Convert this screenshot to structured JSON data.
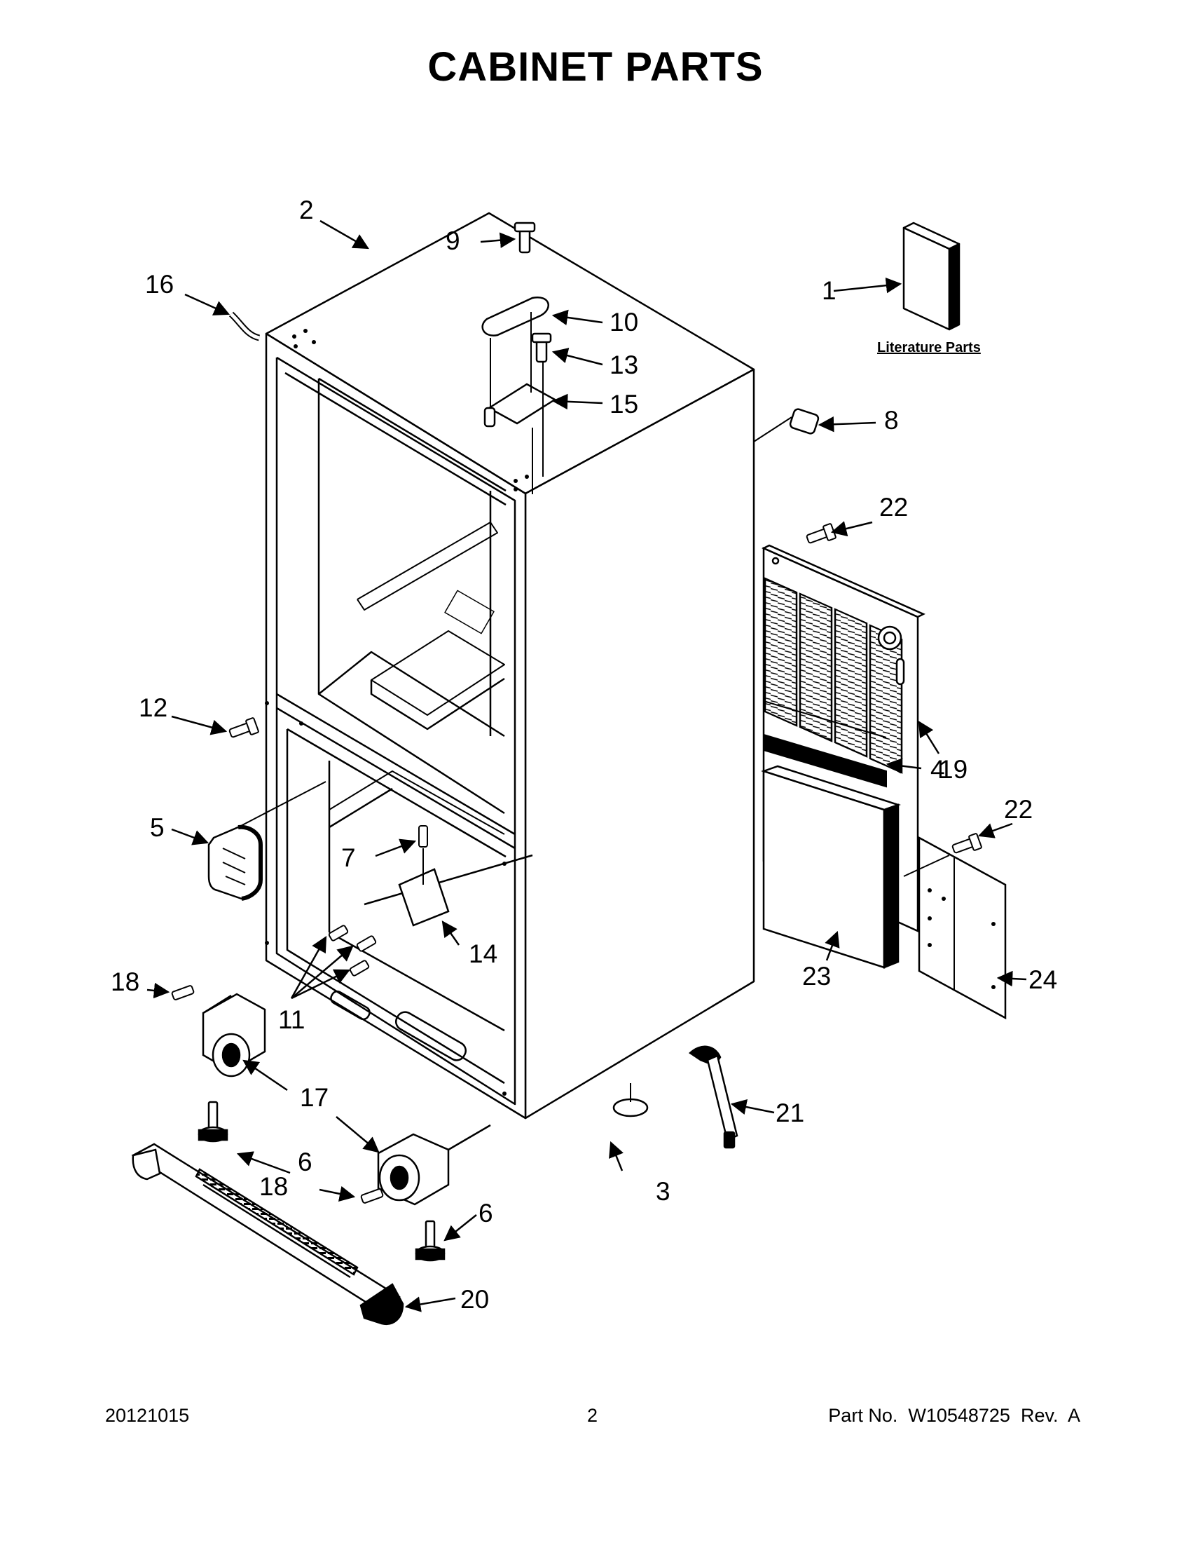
{
  "title": "CABINET PARTS",
  "literature_label": "Literature Parts",
  "callouts": [
    {
      "id": "c1",
      "label": "1"
    },
    {
      "id": "c2",
      "label": "2"
    },
    {
      "id": "c3",
      "label": "3"
    },
    {
      "id": "c4",
      "label": "4"
    },
    {
      "id": "c5",
      "label": "5"
    },
    {
      "id": "c6a",
      "label": "6"
    },
    {
      "id": "c6b",
      "label": "6"
    },
    {
      "id": "c7",
      "label": "7"
    },
    {
      "id": "c8",
      "label": "8"
    },
    {
      "id": "c9",
      "label": "9"
    },
    {
      "id": "c10",
      "label": "10"
    },
    {
      "id": "c11",
      "label": "11"
    },
    {
      "id": "c12",
      "label": "12"
    },
    {
      "id": "c13",
      "label": "13"
    },
    {
      "id": "c14",
      "label": "14"
    },
    {
      "id": "c15",
      "label": "15"
    },
    {
      "id": "c16",
      "label": "16"
    },
    {
      "id": "c17",
      "label": "17"
    },
    {
      "id": "c18a",
      "label": "18"
    },
    {
      "id": "c18b",
      "label": "18"
    },
    {
      "id": "c19",
      "label": "19"
    },
    {
      "id": "c20",
      "label": "20"
    },
    {
      "id": "c21",
      "label": "21"
    },
    {
      "id": "c22a",
      "label": "22"
    },
    {
      "id": "c22b",
      "label": "22"
    },
    {
      "id": "c23",
      "label": "23"
    },
    {
      "id": "c24",
      "label": "24"
    }
  ],
  "footer": {
    "date": "20121015",
    "page": "2",
    "part": "Part No.  W10548725  Rev.  A"
  }
}
